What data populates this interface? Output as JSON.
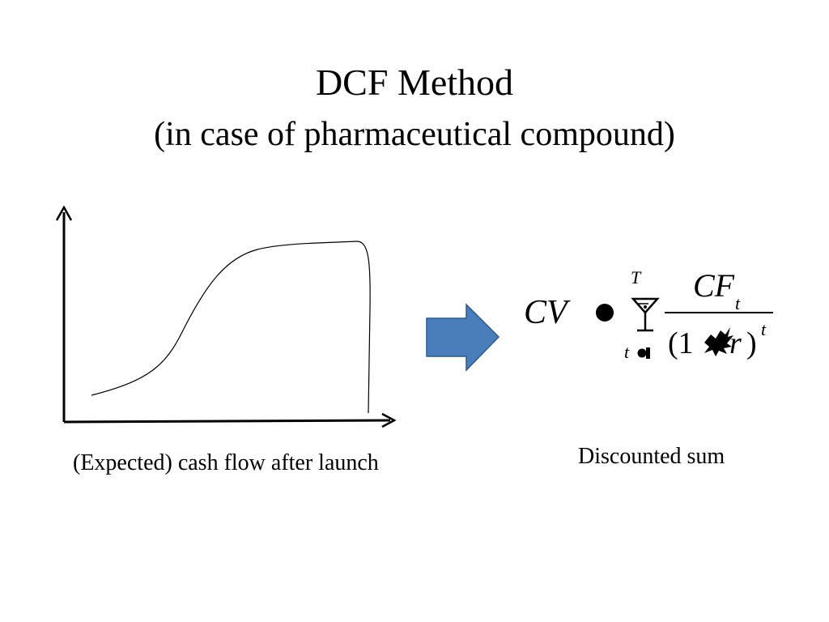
{
  "slide": {
    "title": "DCF Method",
    "subtitle": "(in case of pharmaceutical compound)"
  },
  "cashflow_diagram": {
    "caption": "(Expected) cash flow after launch"
  },
  "arrow": {
    "color": "#4a7ebb",
    "stroke": "#2f5a8a"
  },
  "formula": {
    "lhs": "CV",
    "sum_upper": "T",
    "sum_lower_var": "t",
    "numerator": "CF",
    "numerator_sub": "t",
    "denom_open": "(1",
    "denom_var": "r",
    "denom_close": ")",
    "denom_exp": "t",
    "caption": "Discounted sum"
  }
}
